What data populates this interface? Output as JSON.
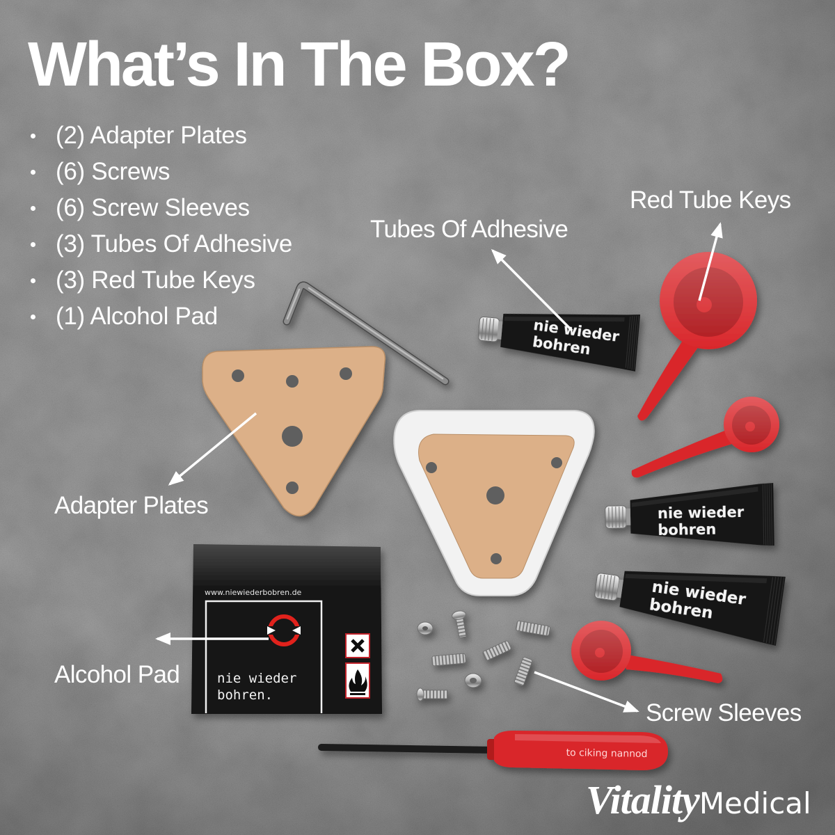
{
  "title": "What’s In The Box?",
  "contents": [
    "(2) Adapter Plates",
    "(6) Screws",
    "(6) Screw Sleeves",
    "(3) Tubes Of Adhesive",
    "(3) Red Tube Keys",
    "(1) Alcohol Pad"
  ],
  "callouts": {
    "red_tube_keys": "Red Tube Keys",
    "tubes_of_adhesive": "Tubes Of Adhesive",
    "adapter_plates": "Adapter Plates",
    "alcohol_pad": "Alcohol Pad",
    "screw_sleeves": "Screw Sleeves"
  },
  "product_print": {
    "tube_line1": "nie wieder",
    "tube_line2": "bohren",
    "pad_url": "www.niewiederbobren.de",
    "pad_line1": "nie wieder",
    "pad_line2": "bohren.",
    "screwdriver_text": "to ciking nannod"
  },
  "brand": {
    "script": "Vitality",
    "regular": "Medical"
  },
  "icons": {
    "pad_logo": "no-drill-icon",
    "pad_hazards": [
      "harmful-hazard-icon",
      "flammable-hazard-icon"
    ]
  },
  "colors": {
    "background": "#6b6b6b",
    "text": "#ffffff",
    "key_red": "#d9272b",
    "key_red_dark": "#b01b1f",
    "plate_tan": "#dcb088",
    "tube_black": "#151515",
    "frame_white": "#f2f2f2"
  }
}
